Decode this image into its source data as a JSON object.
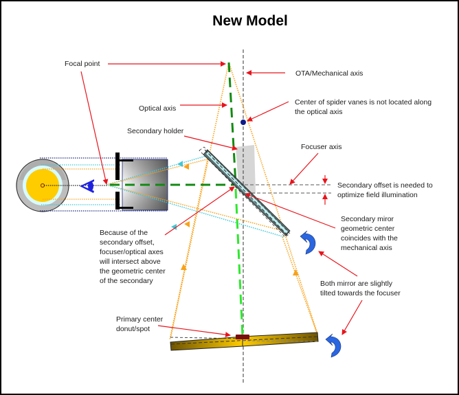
{
  "title": "New Model",
  "colors": {
    "annotation_arrow": "#e8141c",
    "optical_axis": "#138a13",
    "optical_axis_secondary": "#2ee82e",
    "mechanical_axis": "#555555",
    "light_path_orange": "#f7a21b",
    "light_path_cyan": "#3fc8d8",
    "light_path_navy": "#1a237e",
    "primary_mirror": "#c89b00",
    "tilt_arrow": "#2a66e0",
    "spider_center_dot": "#0d1b8a",
    "primary_spot": "#7a0e0e"
  },
  "labels": {
    "focal_point": "Focal point",
    "ota_axis": "OTA/Mechanical axis",
    "optical_axis": "Optical axis",
    "spider_center": [
      "Center of spider vanes is not located along",
      "the optical axis"
    ],
    "secondary_holder": "Secondary holder",
    "focuser_axis": "Focuser axis",
    "secondary_offset": [
      "Secondary offset is needed to",
      "optimize field illumination"
    ],
    "secondary_center": [
      "Secondary miror",
      "geometric center",
      "coincides with the",
      "mechanical axis"
    ],
    "offset_intersect": [
      "Because of the",
      "secondary offset,",
      "focuser/optical axes",
      "will intersect above",
      "the geometric center",
      "of the secondary"
    ],
    "mirrors_tilted": [
      "Both mirror are slightly",
      "tilted towards the focuser"
    ],
    "primary_center": [
      "Primary center",
      "donut/spot"
    ]
  }
}
